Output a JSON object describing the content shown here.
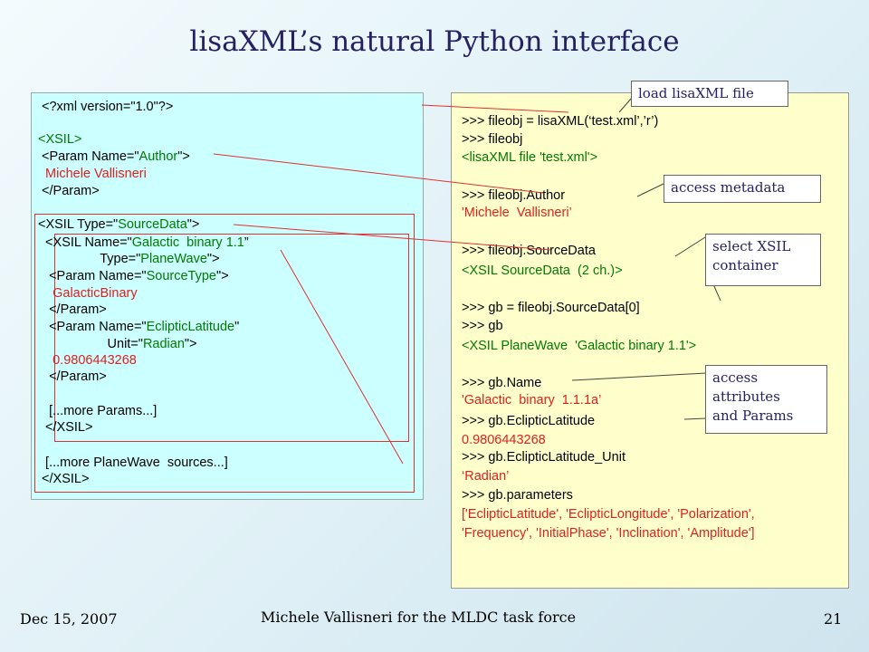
{
  "title": "lisaXML’s natural Python interface",
  "colors": {
    "tag_text": "#007a00",
    "value_text": "#e02020",
    "title": "#262262",
    "connector_red": "#e03030"
  },
  "xml_panel": {
    "l1": "<?xml version=\"1.0\"?>",
    "l2": "<XSIL>",
    "l3a": " <Param Name=\"",
    "l3b": "Author",
    "l3c": "\">",
    "l4": "  Michele Vallisneri",
    "l5": " </Param>",
    "l6a": "<XSIL Type=\"",
    "l6b": "SourceData",
    "l6c": "\">",
    "l7a": "  <XSIL Name=\"",
    "l7b": "Galactic  binary 1.1",
    "l7c": "”",
    "l8a": "                 Type=\"",
    "l8b": "PlaneWave",
    "l8c": "\">",
    "l9a": "   <Param Name=\"",
    "l9b": "SourceType",
    "l9c": "\">",
    "l10": "    GalacticBinary",
    "l11": "   </Param>",
    "l12a": "   <Param Name=\"",
    "l12b": "EclipticLatitude",
    "l12c": "\"",
    "l13a": "                   Unit=\"",
    "l13b": "Radian",
    "l13c": "\">",
    "l14": "    0.9806443268",
    "l15": "   </Param>",
    "l16": "   [...more Params...]",
    "l17": "  </XSIL>",
    "l18": "  [...more PlaneWave  sources...]",
    "l19": " </XSIL>"
  },
  "py_panel": {
    "p1": ">>> fileobj = lisaXML(‘test.xml’,’r’)",
    "p2": ">>> fileobj",
    "p3": "<lisaXML file 'test.xml'>",
    "p4": ">>> fileobj.Author",
    "p5": "'Michele  Vallisneri’",
    "p6": ">>> fileobj.SourceData",
    "p7": "<XSIL SourceData  (2 ch.)>",
    "p8": ">>> gb = fileobj.SourceData[0]",
    "p9": ">>> gb",
    "p10": "<XSIL PlaneWave  'Galactic binary 1.1'>",
    "p11": ">>> gb.Name",
    "p12": "'Galactic  binary  1.1.1a’",
    "p13": ">>> gb.EclipticLatitude",
    "p14": "0.9806443268",
    "p15": ">>> gb.EclipticLatitude_Unit",
    "p16": "‘Radian’",
    "p17": ">>> gb.parameters",
    "p18": "['EclipticLatitude', 'EclipticLongitude', 'Polarization',",
    "p19": "'Frequency', 'InitialPhase', 'Inclination', 'Amplitude']"
  },
  "callouts": {
    "load": "load lisaXML file",
    "metadata": "access metadata",
    "select_1": "select XSIL",
    "select_2": "container",
    "attrs_1": "access",
    "attrs_2": "attributes",
    "attrs_3": "and Params"
  },
  "footer": {
    "date": "Dec 15, 2007",
    "author": "Michele Vallisneri for the MLDC task force",
    "page": "21"
  }
}
